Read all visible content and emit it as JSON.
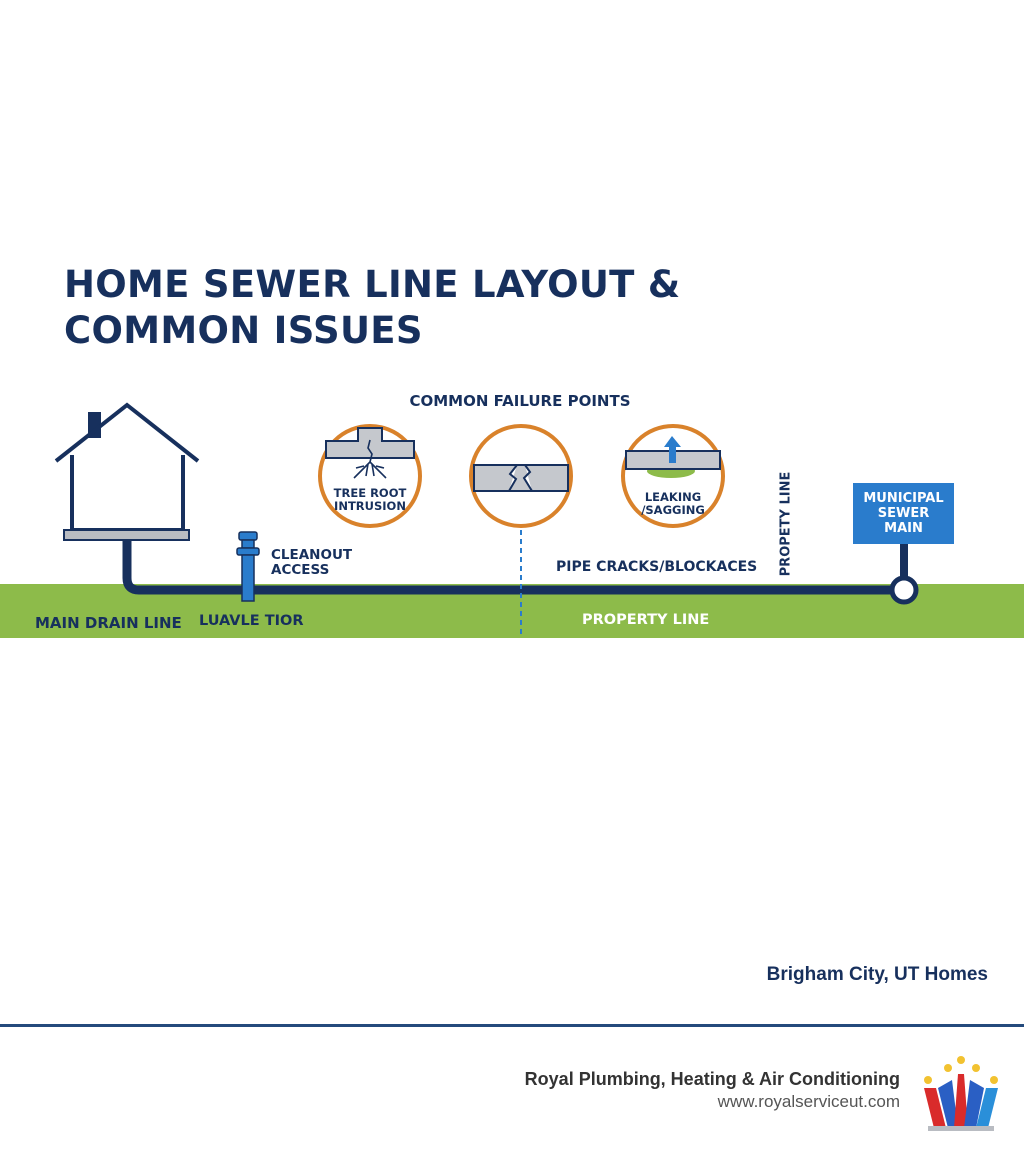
{
  "title_line1": "HOME SEWER LINE LAYOUT &",
  "title_line2": "COMMON ISSUES",
  "section_title": "COMMON FAILURE POINTS",
  "failure_points": [
    {
      "label_line1": "TREE ROOT",
      "label_line2": "INTRUSION",
      "icon": "tree-root-icon"
    },
    {
      "label_line1": "",
      "label_line2": "",
      "icon": "cracked-pipe-icon"
    },
    {
      "label_line1": "LEAKING",
      "label_line2": "/SAGGING",
      "icon": "leak-icon"
    }
  ],
  "labels": {
    "cleanout_line1": "CLEANOUT",
    "cleanout_line2": "ACCESS",
    "pipe_cracks": "PIPE CRACKS/BLOCKACES",
    "property_line_vertical": "PROPETY LINE",
    "municipal_line1": "MUNICIPAL",
    "municipal_line2": "SEWER",
    "municipal_line3": "MAIN",
    "main_drain": "MAIN DRAIN LINE",
    "luavle": "LUAVLE TIOR",
    "property_line_ground": "PROPERTY LINE"
  },
  "location": "Brigham City, UT Homes",
  "company": "Royal Plumbing, Heating & Air Conditioning",
  "website": "www.royalserviceut.com",
  "colors": {
    "navy": "#17305d",
    "grass": "#8dbb4a",
    "accent_blue": "#2a7ccc",
    "circle_orange": "#d9822b"
  }
}
